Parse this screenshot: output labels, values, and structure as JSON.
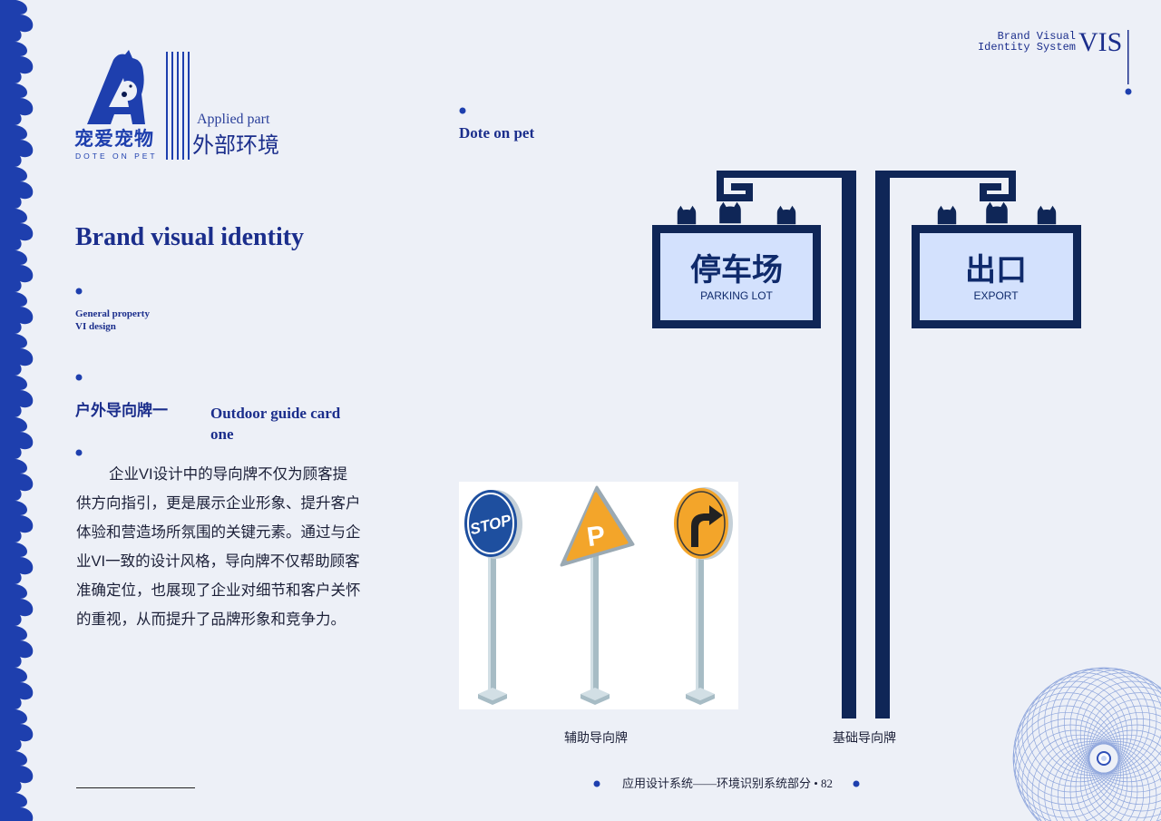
{
  "header": {
    "brand_visual": "Brand Visual",
    "identity_system": "Identity System",
    "vis": "VIS"
  },
  "logo": {
    "name_cn": "宠爱宠物",
    "name_en": "DOTE ON PET"
  },
  "section": {
    "applied_part": "Applied part",
    "title_cn": "外部环境"
  },
  "main_title": "Brand visual identity",
  "property": {
    "line1": "General property",
    "line2": "VI design"
  },
  "guide_card": {
    "title_cn": "户外导向牌一",
    "title_en_line1": "Outdoor guide card",
    "title_en_line2": "one"
  },
  "body_lines": [
    "企业VI设计中的导向牌不仅为顾客提",
    "供方向指引，更是展示企业形象、提升客户",
    "体验和营造场所氛围的关键元素。通过与企",
    "业VI一致的设计风格，导向牌不仅帮助顾客",
    "准确定位，也展现了企业对细节和客户关怀",
    "的重视，从而提升了品牌形象和竞争力。"
  ],
  "subtitle": "Dote on pet",
  "hanging_signs": [
    {
      "title_cn": "停车场",
      "title_en": "PARKING LOT"
    },
    {
      "title_cn": "出口",
      "title_en": "EXPORT"
    }
  ],
  "road_signs": {
    "stop_label": "STOP",
    "parking_label": "P",
    "turn_icon": "turn-right-arrow-icon"
  },
  "captions": {
    "auxiliary": "辅助导向牌",
    "basic": "基础导向牌"
  },
  "footer": {
    "text": "应用设计系统——环境识别系统部分 • 82"
  },
  "colors": {
    "background": "#edf0f7",
    "brand_blue": "#1e3fae",
    "title_blue": "#1b2e8c",
    "navy": "#0f2657",
    "sign_panel": "#d3e1fd",
    "stop_blue": "#1e4f9f",
    "sign_yellow": "#f3a52a"
  }
}
